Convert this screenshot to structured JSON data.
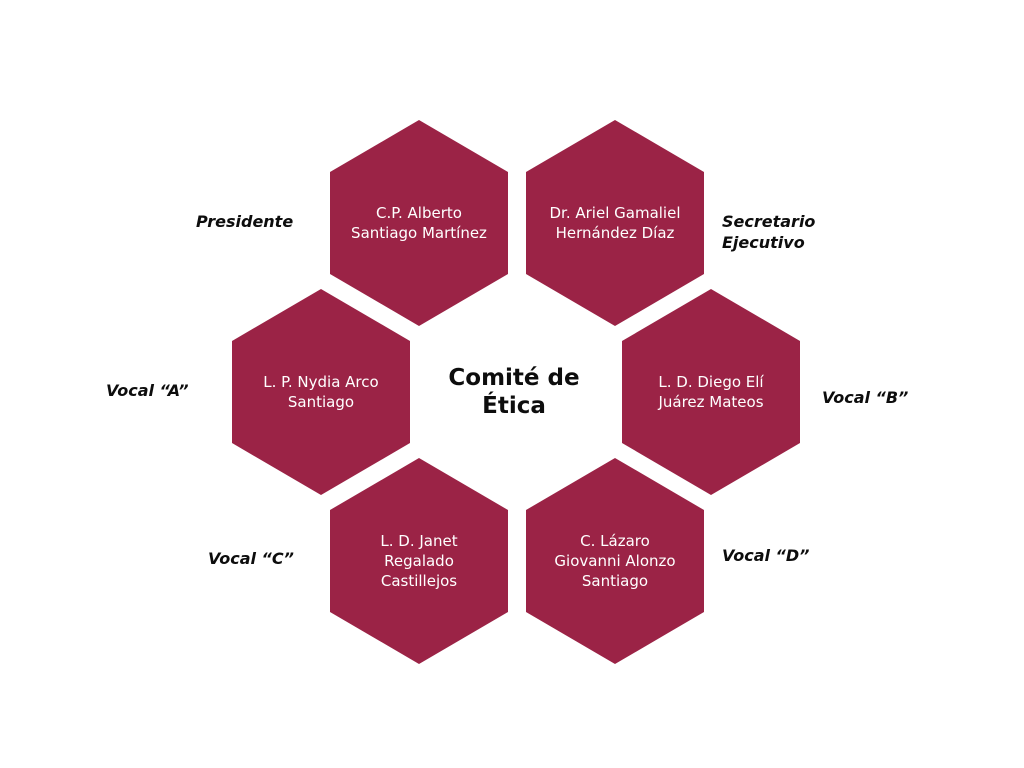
{
  "colors": {
    "hexagon": "#9b2346",
    "text_on_hex": "#ffffff",
    "role_text": "#0d0d0d"
  },
  "title": "Comité de\nÉtica",
  "members": [
    {
      "role": "Presidente",
      "name": "C.P. Alberto\nSantiago Martínez"
    },
    {
      "role": "Secretario\nEjecutivo",
      "name": "Dr. Ariel Gamaliel\nHernández Díaz"
    },
    {
      "role": "Vocal “A”",
      "name": "L. P.  Nydia Arco\nSantiago"
    },
    {
      "role": "Vocal “B”",
      "name": "L. D. Diego Elí\nJuárez Mateos"
    },
    {
      "role": "Vocal “C”",
      "name": "L. D. Janet\nRegalado\nCastillejos"
    },
    {
      "role": "Vocal “D”",
      "name": "C. Lázaro\nGiovanni Alonzo\nSantiago"
    }
  ]
}
